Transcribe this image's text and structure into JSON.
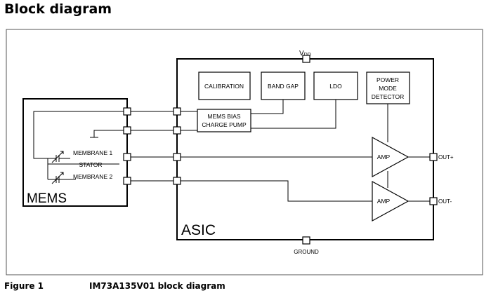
{
  "page": {
    "title": "Block diagram"
  },
  "diagram": {
    "vdd": {
      "main": "V",
      "sub": "DD"
    },
    "ground": "GROUND",
    "blocks": {
      "calibration": "CALIBRATION",
      "band_gap": "BAND GAP",
      "ldo": "LDO",
      "power_mode_detector": [
        "POWER",
        "MODE",
        "DETECTOR"
      ],
      "mems_bias": [
        "MEMS BIAS",
        "CHARGE PUMP"
      ],
      "amp_top": "AMP",
      "amp_bottom": "AMP"
    },
    "mems": {
      "label": "MEMS",
      "membrane1": "MEMBRANE 1",
      "stator": "STATOR",
      "membrane2": "MEMBRANE 2"
    },
    "asic_label": "ASIC",
    "outputs": {
      "plus": "OUT+",
      "minus": "OUT-"
    }
  },
  "figure": {
    "number": "Figure 1",
    "title": "IM73A135V01 block diagram"
  }
}
